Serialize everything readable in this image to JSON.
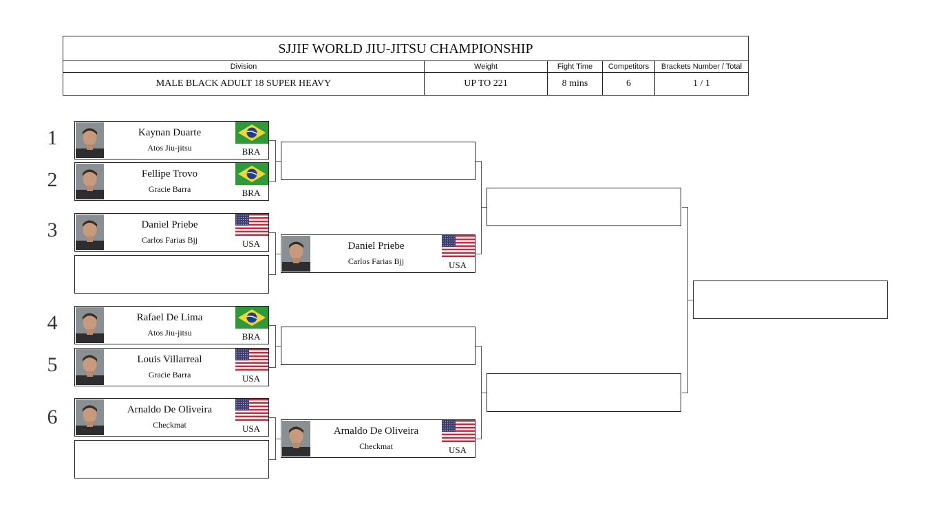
{
  "header": {
    "title": "SJJIF WORLD JIU-JITSU CHAMPIONSHIP",
    "labels": {
      "division": "Division",
      "weight": "Weight",
      "fight_time": "Fight Time",
      "competitors": "Competitors",
      "brackets": "Brackets Number / Total"
    },
    "values": {
      "division": "MALE BLACK ADULT 18 SUPER HEAVY",
      "weight": "UP TO 221",
      "fight_time": "8 mins",
      "competitors": "6",
      "brackets": "1 / 1"
    }
  },
  "seeds": [
    "1",
    "2",
    "3",
    "4",
    "5",
    "6"
  ],
  "round1": [
    {
      "name": "Kaynan Duarte",
      "team": "Atos Jiu-jitsu",
      "country": "BRA",
      "flag": "brazil-flag"
    },
    {
      "name": "Fellipe Trovo",
      "team": "Gracie Barra",
      "country": "BRA",
      "flag": "brazil-flag"
    },
    {
      "name": "Daniel Priebe",
      "team": "Carlos Farias Bjj",
      "country": "USA",
      "flag": "usa-flag"
    },
    {
      "name": "Rafael De Lima",
      "team": "Atos Jiu-jitsu",
      "country": "BRA",
      "flag": "brazil-flag"
    },
    {
      "name": "Louis Villarreal",
      "team": "Gracie Barra",
      "country": "USA",
      "flag": "usa-flag"
    },
    {
      "name": "Arnaldo De Oliveira",
      "team": "Checkmat",
      "country": "USA",
      "flag": "usa-flag"
    }
  ],
  "round2": [
    {
      "name": "Daniel Priebe",
      "team": "Carlos Farias Bjj",
      "country": "USA",
      "flag": "usa-flag"
    },
    {
      "name": "Arnaldo De Oliveira",
      "team": "Checkmat",
      "country": "USA",
      "flag": "usa-flag"
    }
  ],
  "colors": {
    "border": "#222222",
    "brazil_green": "#2f9a3a",
    "brazil_yellow": "#f3d631",
    "brazil_blue": "#1b3f8b",
    "usa_red": "#c8283a",
    "usa_blue": "#3c3b6e"
  }
}
